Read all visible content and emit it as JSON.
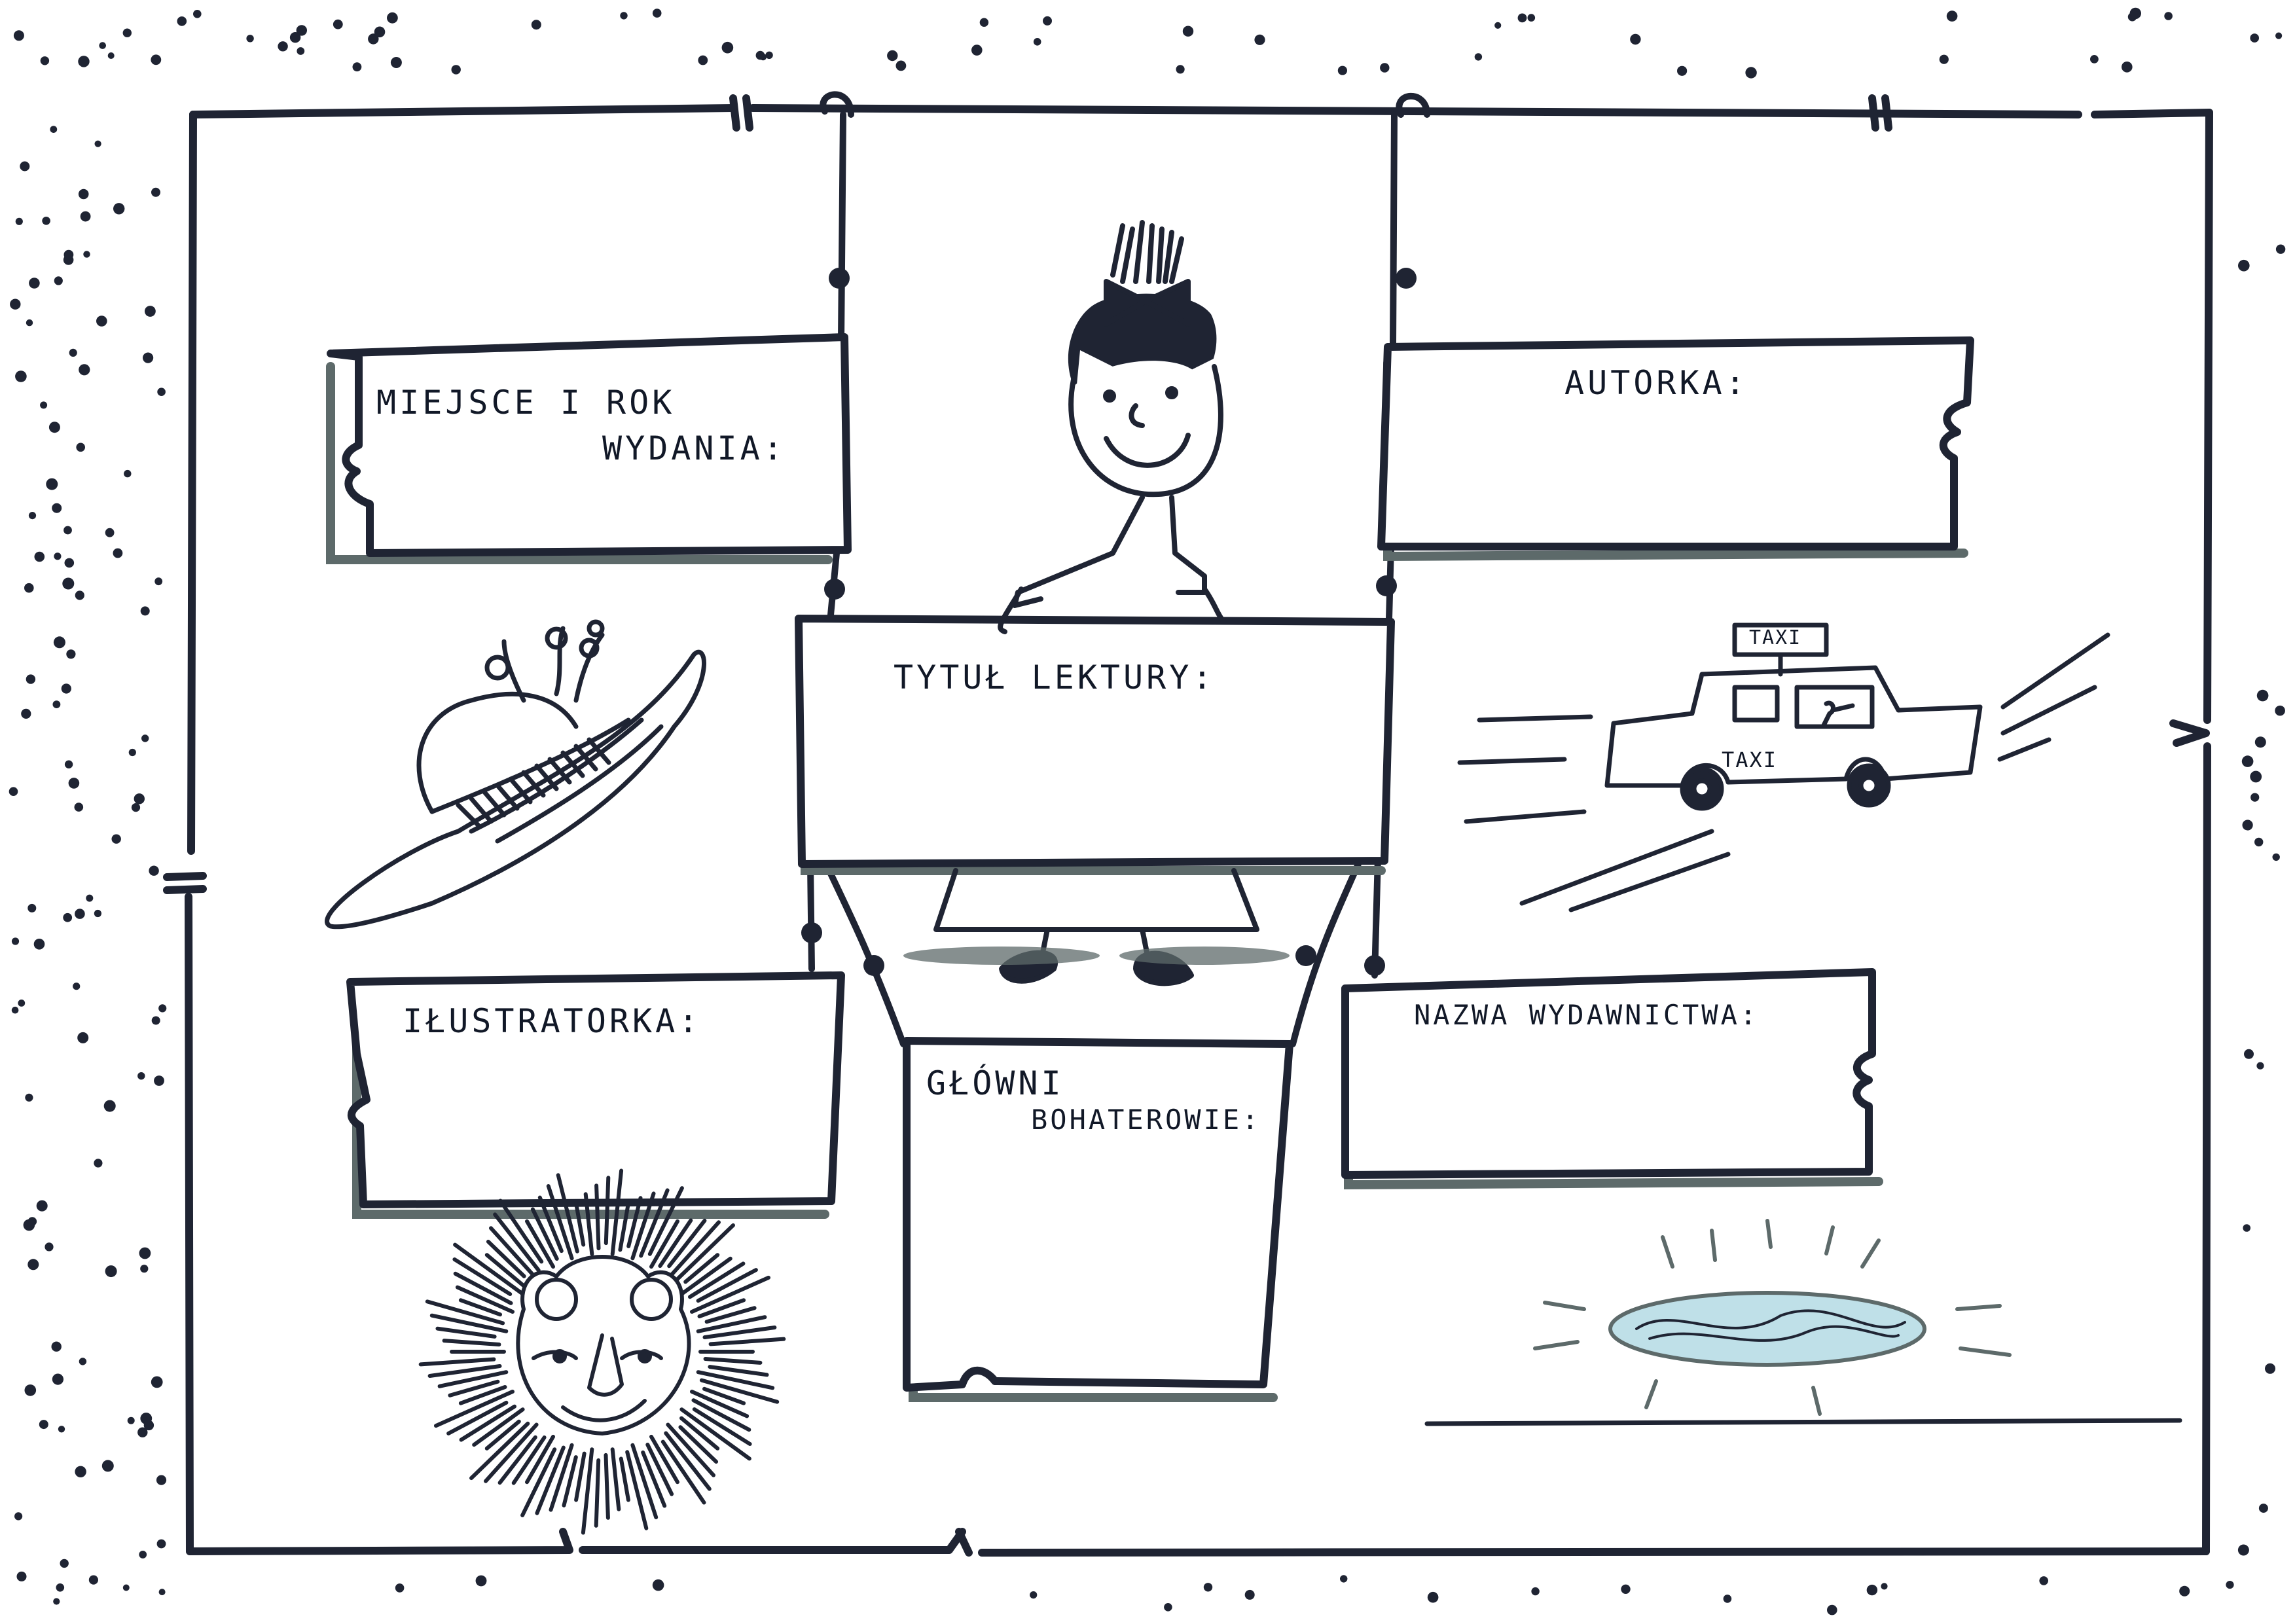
{
  "worksheet": {
    "fields": {
      "publication_place_year": {
        "line1": "MIEJSCE I ROK",
        "line2": "WYDANIA:"
      },
      "author": "AUTORKA:",
      "title": "TYTUŁ LEKTURY:",
      "illustrator": "IŁUSTRATORKA:",
      "main_characters": {
        "line1": "GŁÓWNI",
        "line2": "BOHATEROWIE:"
      },
      "publisher": "NAZWA WYDAWNICTWA:"
    },
    "taxi_sign": "TAXI",
    "taxi_door": "TAXI",
    "ink_color": "#1f2433",
    "shadow_color": "#5d6a6a",
    "puddle_color": "#bfe0e8",
    "icons": [
      "hat-icon",
      "girl-figure-icon",
      "taxi-car-icon",
      "lion-face-icon",
      "puddle-icon"
    ]
  }
}
